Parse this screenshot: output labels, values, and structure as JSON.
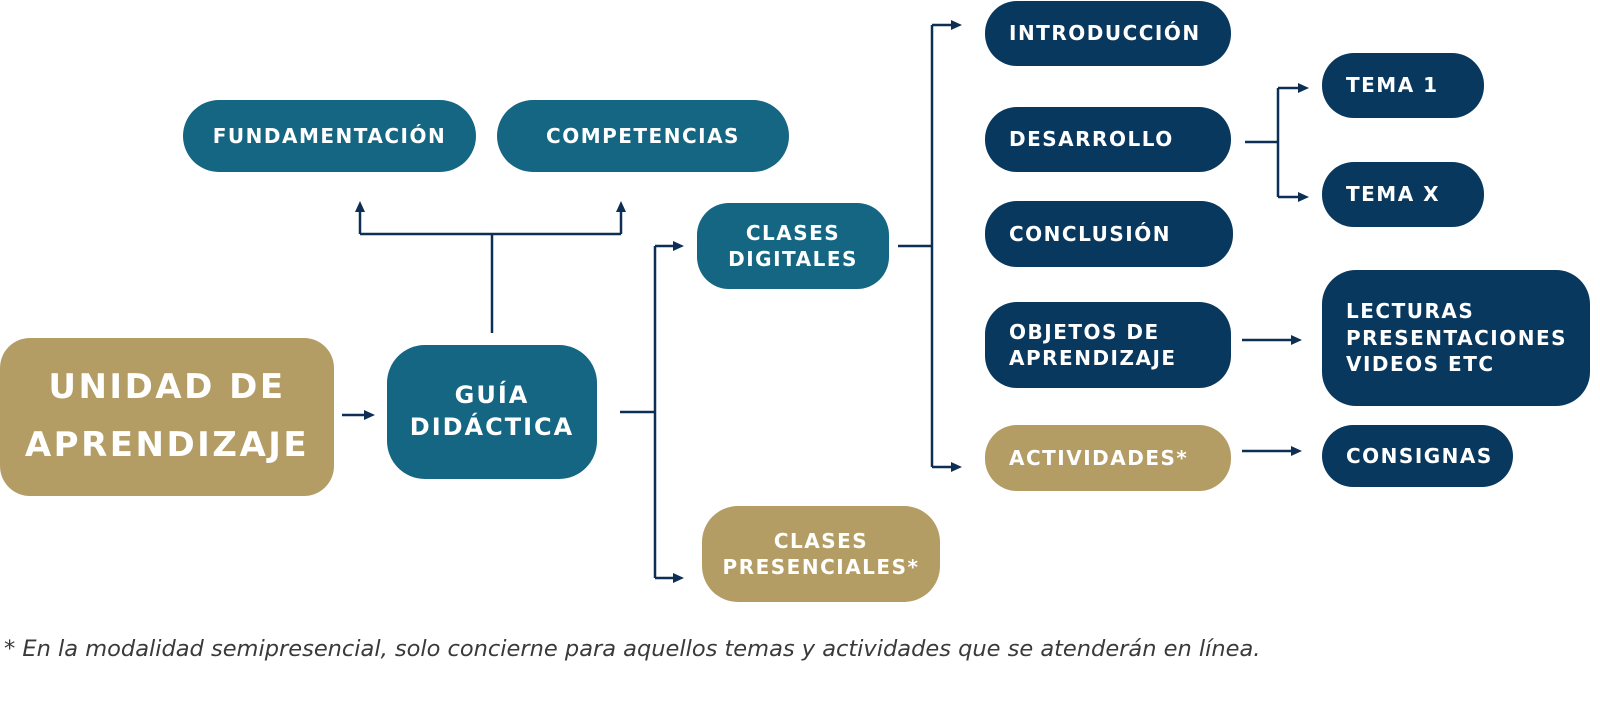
{
  "diagram": {
    "nodes": {
      "unidad": "UNIDAD DE\nAPRENDIZAJE",
      "guia": "GUÍA\nDIDÁCTICA",
      "fundamentacion": "FUNDAMENTACIÓN",
      "competencias": "COMPETENCIAS",
      "clases_digitales": "CLASES\nDIGITALES",
      "clases_presenciales": "CLASES\nPRESENCIALES*",
      "introduccion": "INTRODUCCIÓN",
      "desarrollo": "DESARROLLO",
      "conclusion": "CONCLUSIÓN",
      "objetos": "OBJETOS DE\nAPRENDIZAJE",
      "actividades": "ACTIVIDADES*",
      "tema1": "TEMA 1",
      "temax": "TEMA X",
      "lecturas": "LECTURAS\nPRESENTACIONES\nVIDEOS ETC",
      "consignas": "CONSIGNAS"
    },
    "colors": {
      "teal": "#146682",
      "navy": "#08385e",
      "gold": "#b39d64",
      "connector": "#0d2f55"
    }
  },
  "footnote": "* En la modalidad semipresencial, solo concierne para aquellos temas y actividades que se atenderán en línea."
}
